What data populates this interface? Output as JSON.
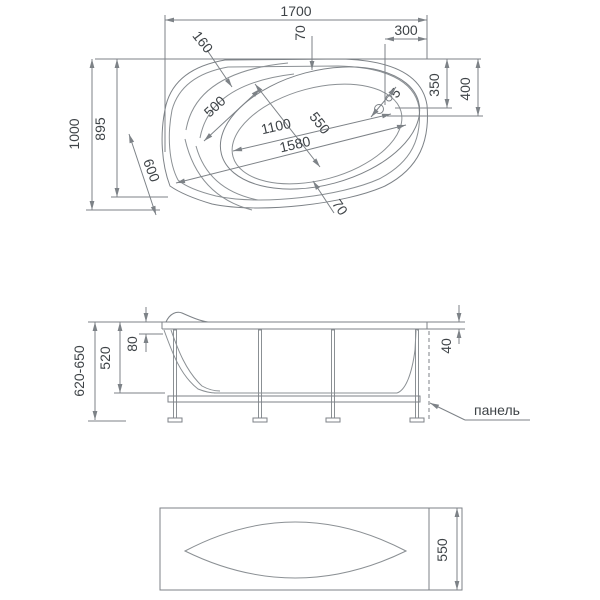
{
  "views": {
    "top": {
      "dims": {
        "overall_length": "1700",
        "right_offset": "300",
        "rim_top": "70",
        "hole_depth_350": "350",
        "hole_depth_400": "400",
        "overall_width": "1000",
        "inner_width": "895",
        "headrest_160": "160",
        "headrest_500": "500",
        "corner_600": "600",
        "basin_width_550": "550",
        "basin_length_1100": "1100",
        "basin_length_1580": "1580",
        "rim_bottom": "70",
        "hole_diameter": "5"
      }
    },
    "front": {
      "dims": {
        "total_height": "620-650",
        "frame_height": "520",
        "rim_drop": "80",
        "rim_edge": "40"
      },
      "labels": {
        "panel": "панель"
      }
    },
    "bottom": {
      "dims": {
        "panel_width": "550"
      }
    }
  },
  "colors": {
    "line": "#7d8287",
    "text": "#3e4347",
    "background": "#ffffff"
  }
}
